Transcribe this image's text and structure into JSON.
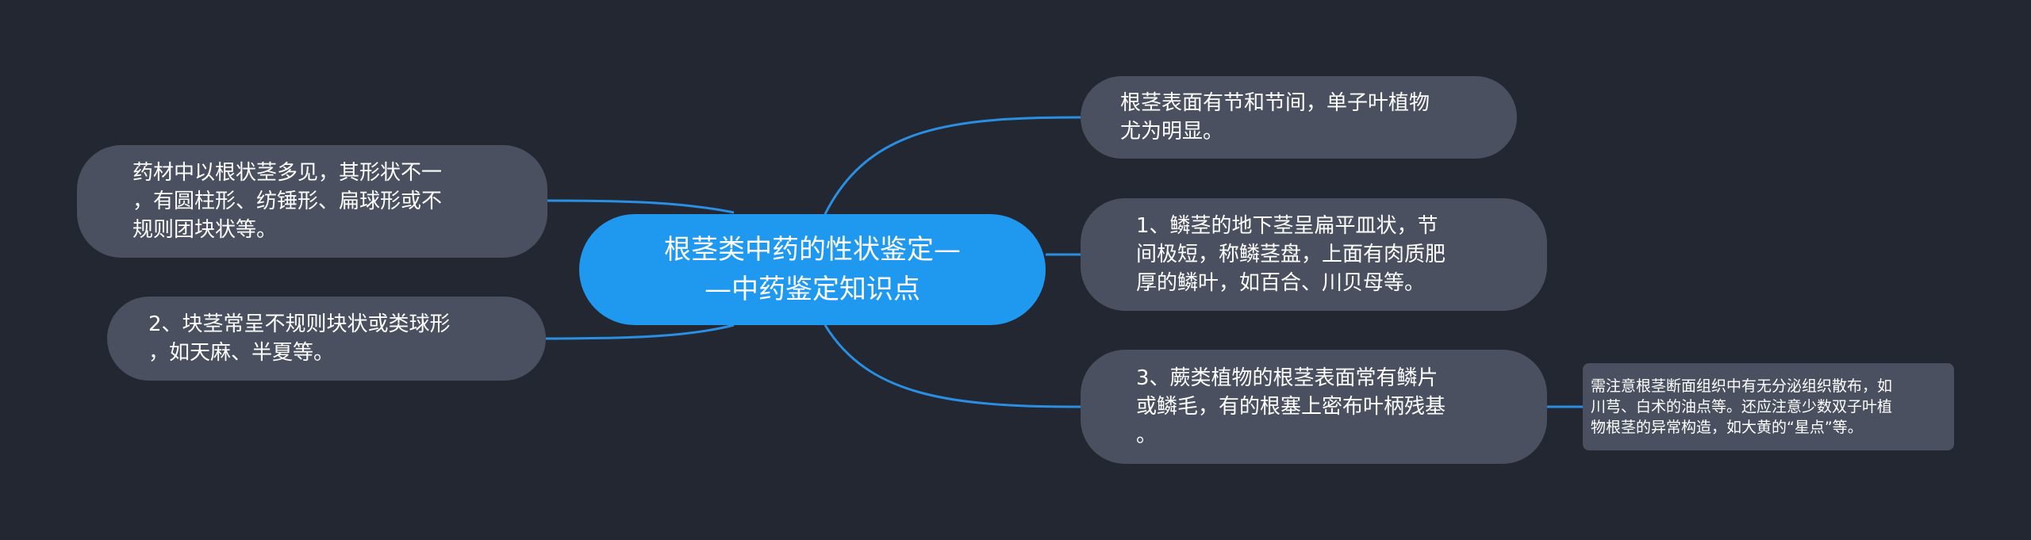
{
  "colors": {
    "background": "#232731",
    "root": "#1f98f0",
    "node": "#4a5060",
    "link": "#2a8fe3",
    "text": "#ffffff"
  },
  "root": {
    "text": "根茎类中药的性状鉴定—\n—中药鉴定知识点"
  },
  "left_nodes": [
    {
      "text": "药材中以根状茎多见，其形状不一\n，有圆柱形、纺锤形、扁球形或不\n规则团块状等。"
    },
    {
      "text": "2、块茎常呈不规则块状或类球形\n，如天麻、半夏等。"
    }
  ],
  "right_nodes": [
    {
      "text": "根茎表面有节和节间，单子叶植物\n尤为明显。"
    },
    {
      "text": "1、鳞茎的地下茎呈扁平皿状，节\n间极短，称鳞茎盘，上面有肉质肥\n厚的鳞叶，如百合、川贝母等。"
    },
    {
      "text": "3、蕨类植物的根茎表面常有鳞片\n或鳞毛，有的根塞上密布叶柄残基\n。"
    }
  ],
  "note": {
    "text": "需注意根茎断面组织中有无分泌组织散布，如\n川芎、白术的油点等。还应注意少数双子叶植\n物根茎的异常构造，如大黄的“星点”等。"
  }
}
